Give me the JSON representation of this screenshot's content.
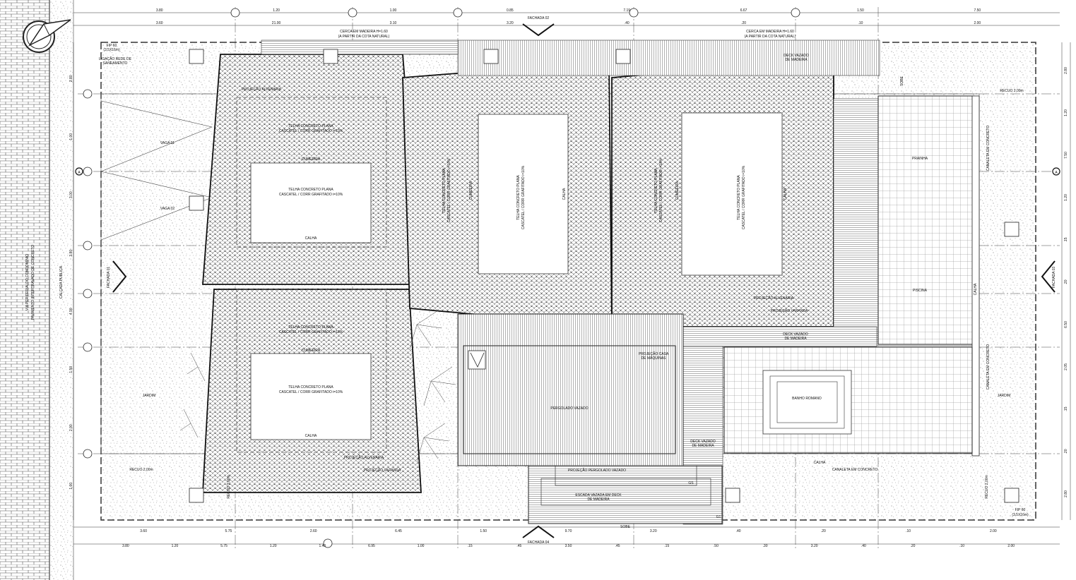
{
  "facades": {
    "north": "FACHADA 02",
    "south": "FACHADA 04",
    "east": "FACHADA 03",
    "west": "FACHADA 01"
  },
  "section_markers": {
    "left": "A",
    "right": "A"
  },
  "fences": {
    "left": [
      "CERCA EM MADEIRA H=1.60",
      "(A PARTIR DA COTA NATURAL)"
    ],
    "right": [
      "CERCA EM MADEIRA H=1.60",
      "(A PARTIR DA COTA NATURAL)"
    ]
  },
  "sanitation": {
    "code": [
      "FIP 60",
      "(3,5X16m)"
    ],
    "link": [
      "LIGAÇÃO REDE DE",
      "SANEAMENTO"
    ]
  },
  "fip_bottom_right": [
    "FIP 60",
    "(3,5X16m)"
  ],
  "parking": [
    "VAGA 01",
    "VAGA 02"
  ],
  "gardens": {
    "left": "JARDIM",
    "right": "JARDIM"
  },
  "setbacks": {
    "bottom_left": "RECUO 2,00m",
    "top_right": "RECUO 2,00m",
    "right_vertical": "RECUO 2,00m",
    "left_vertical": "RECUO 3,00m"
  },
  "street": {
    "line1": "VIA PERIFERIALDO CONDOMÍNIO",
    "line2": "PAVIMENTO INTERTRAVADO DE CONCRETO",
    "sidewalk": "CALÇADA PUBLICA"
  },
  "roof": {
    "tile_line1": "TELHA CONCRETO PLANA",
    "tile_line2": "CASCATEL / CORR GRAFITADO i=10%",
    "ridge": "CUMEEIRA",
    "gutter": "CALHA",
    "wall_projection": "PROJEÇÃO ALVENARIA",
    "porch_projection": "PROJEÇÃO VARANDA"
  },
  "decks": {
    "top": [
      "DECK VAZADO",
      "DE MADEIRA"
    ],
    "mid": [
      "DECK VAZADO",
      "DE MADEIRA"
    ],
    "lower": [
      "DECK VAZADO",
      "DE MADEIRA"
    ]
  },
  "pool": {
    "piscina": "PISCINA",
    "prainha": "PRAINHA",
    "roman_bath": "BANHO ROMANO",
    "gutter": "CALHA",
    "channel": "CANALETA EM CONCRETO",
    "edge": "CALHA"
  },
  "pergola": {
    "label": "PERGOLADO VAZADO",
    "machine_room": [
      "PROJEÇÃO CASA",
      "DE MÁQUINAS"
    ],
    "projection": "PROJEÇÃO PERGOLADO VAZADO",
    "stairs": [
      "ESCADA VAZADA EM DECK",
      "DE MADEIRA"
    ],
    "up": "SOBE"
  },
  "misc": {
    "sobe_vertical": "SOBE",
    "level_mark": "GS",
    "level_mark2": "G1",
    "wall": "RECUO 3,00m"
  },
  "dims": {
    "top_row1": [
      "3.80",
      "1.20",
      "1.00",
      "0.85",
      "7.19",
      "6.67",
      "1.50",
      "7.50"
    ],
    "top_row2": [
      "3.60",
      "21.00",
      "3.10",
      "3.20",
      ".40",
      ".20",
      ".10",
      "2.00"
    ],
    "bottom_row1": [
      "3.60",
      "5.75",
      "2.60",
      "6.45",
      "1.50",
      "9.70",
      "3.20",
      ".40",
      ".20",
      ".10",
      "2.00"
    ],
    "bottom_row2": [
      "3.80",
      "1.20",
      "5.75",
      "1.20",
      "1.40",
      "6.95",
      "1.00",
      ".15",
      ".45",
      "3.50",
      ".45",
      ".15",
      ".50",
      ".30",
      "3.20",
      ".40",
      ".20",
      ".10",
      "2.00"
    ],
    "left_col": [
      "2.80",
      "1.00",
      "3.00",
      "3.80",
      "4.90",
      "1.50",
      "2.00",
      "1.00"
    ],
    "right_col": [
      "2.80",
      "1.20",
      "7.50",
      "1.20",
      ".15",
      ".20",
      "6.50",
      "2.05",
      ".15",
      ".20",
      "2.80"
    ]
  }
}
